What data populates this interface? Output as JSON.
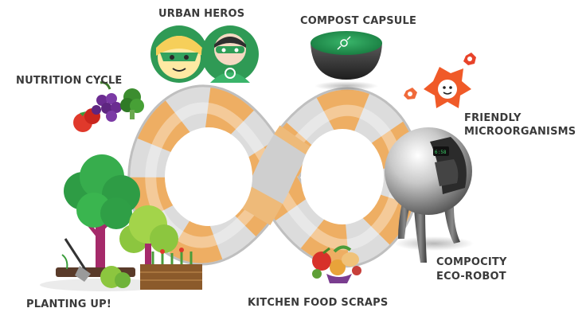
{
  "labels": {
    "urban_heros": "URBAN HEROS",
    "compost_capsule": "COMPOST CAPSULE",
    "nutrition_cycle": "NUTRITION CYCLE",
    "friendly_line1": "FRIENDLY",
    "friendly_line2": "MICROORGANISMS",
    "compocity_line1": "COMPOCITY",
    "compocity_line2": "ECO-ROBOT",
    "planting_up": "PLANTING UP!",
    "kitchen_food_scraps": "KITCHEN FOOD SCRAPS"
  },
  "icons": {
    "heroes": "urban-heroes-icon",
    "capsule": "compost-capsule-icon",
    "produce": "fruits-vegetables-icon",
    "microbes": "microorganisms-icon",
    "robot": "eco-robot-icon",
    "garden": "garden-trees-icon",
    "scraps": "food-scraps-icon"
  },
  "colors": {
    "label_text": "#3a3a3a",
    "cycle_orange": "#f0a955",
    "cycle_grey": "#d7d7d7",
    "hero_green": "#2f9a55",
    "tree_green": "#39b54a",
    "microbe_red": "#f05a28"
  }
}
